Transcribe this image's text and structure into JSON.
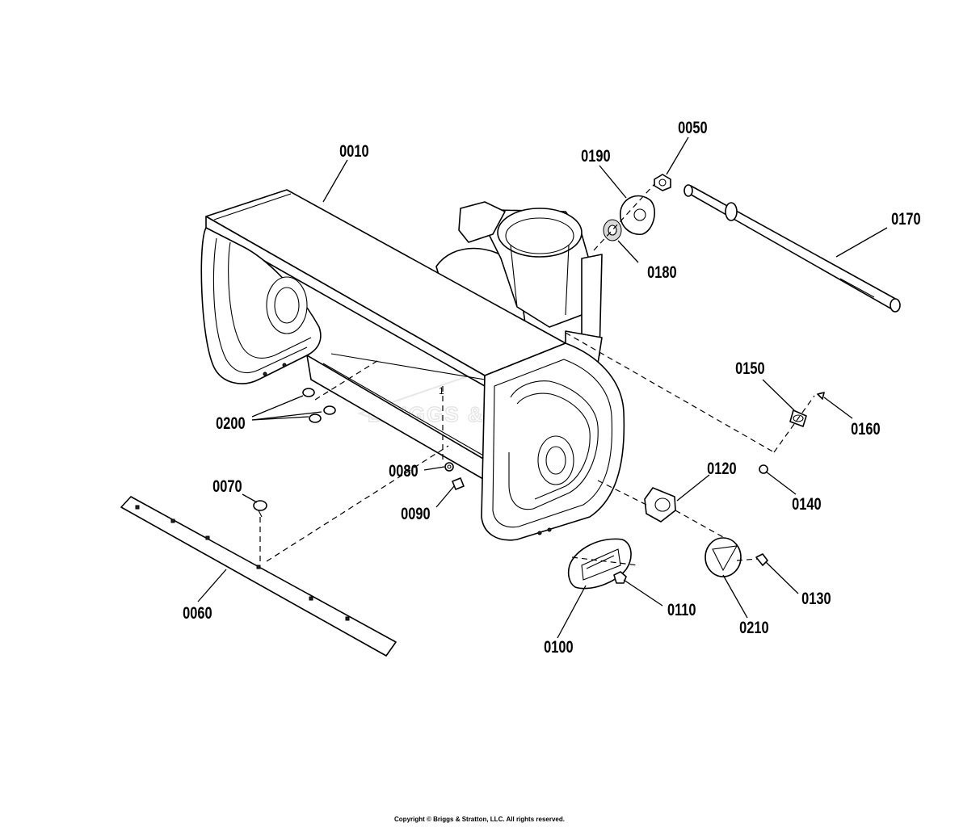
{
  "diagram": {
    "watermark": "BRIGGS & STRATTON",
    "callouts": [
      {
        "id": "c0010",
        "label": "0010"
      },
      {
        "id": "c0050",
        "label": "0050"
      },
      {
        "id": "c0190",
        "label": "0190"
      },
      {
        "id": "c0170",
        "label": "0170"
      },
      {
        "id": "c0180",
        "label": "0180"
      },
      {
        "id": "c0150",
        "label": "0150"
      },
      {
        "id": "c0160",
        "label": "0160"
      },
      {
        "id": "c0200",
        "label": "0200"
      },
      {
        "id": "c0070",
        "label": "0070"
      },
      {
        "id": "c0080",
        "label": "0080"
      },
      {
        "id": "c0090",
        "label": "0090"
      },
      {
        "id": "c0120",
        "label": "0120"
      },
      {
        "id": "c0140",
        "label": "0140"
      },
      {
        "id": "c0060",
        "label": "0060"
      },
      {
        "id": "c0110",
        "label": "0110"
      },
      {
        "id": "c0130",
        "label": "0130"
      },
      {
        "id": "c0210",
        "label": "0210"
      },
      {
        "id": "c0100",
        "label": "0100"
      }
    ],
    "ref_number": "1"
  },
  "footer": {
    "copyright": "Copyright © Briggs & Stratton, LLC. All rights reserved."
  }
}
